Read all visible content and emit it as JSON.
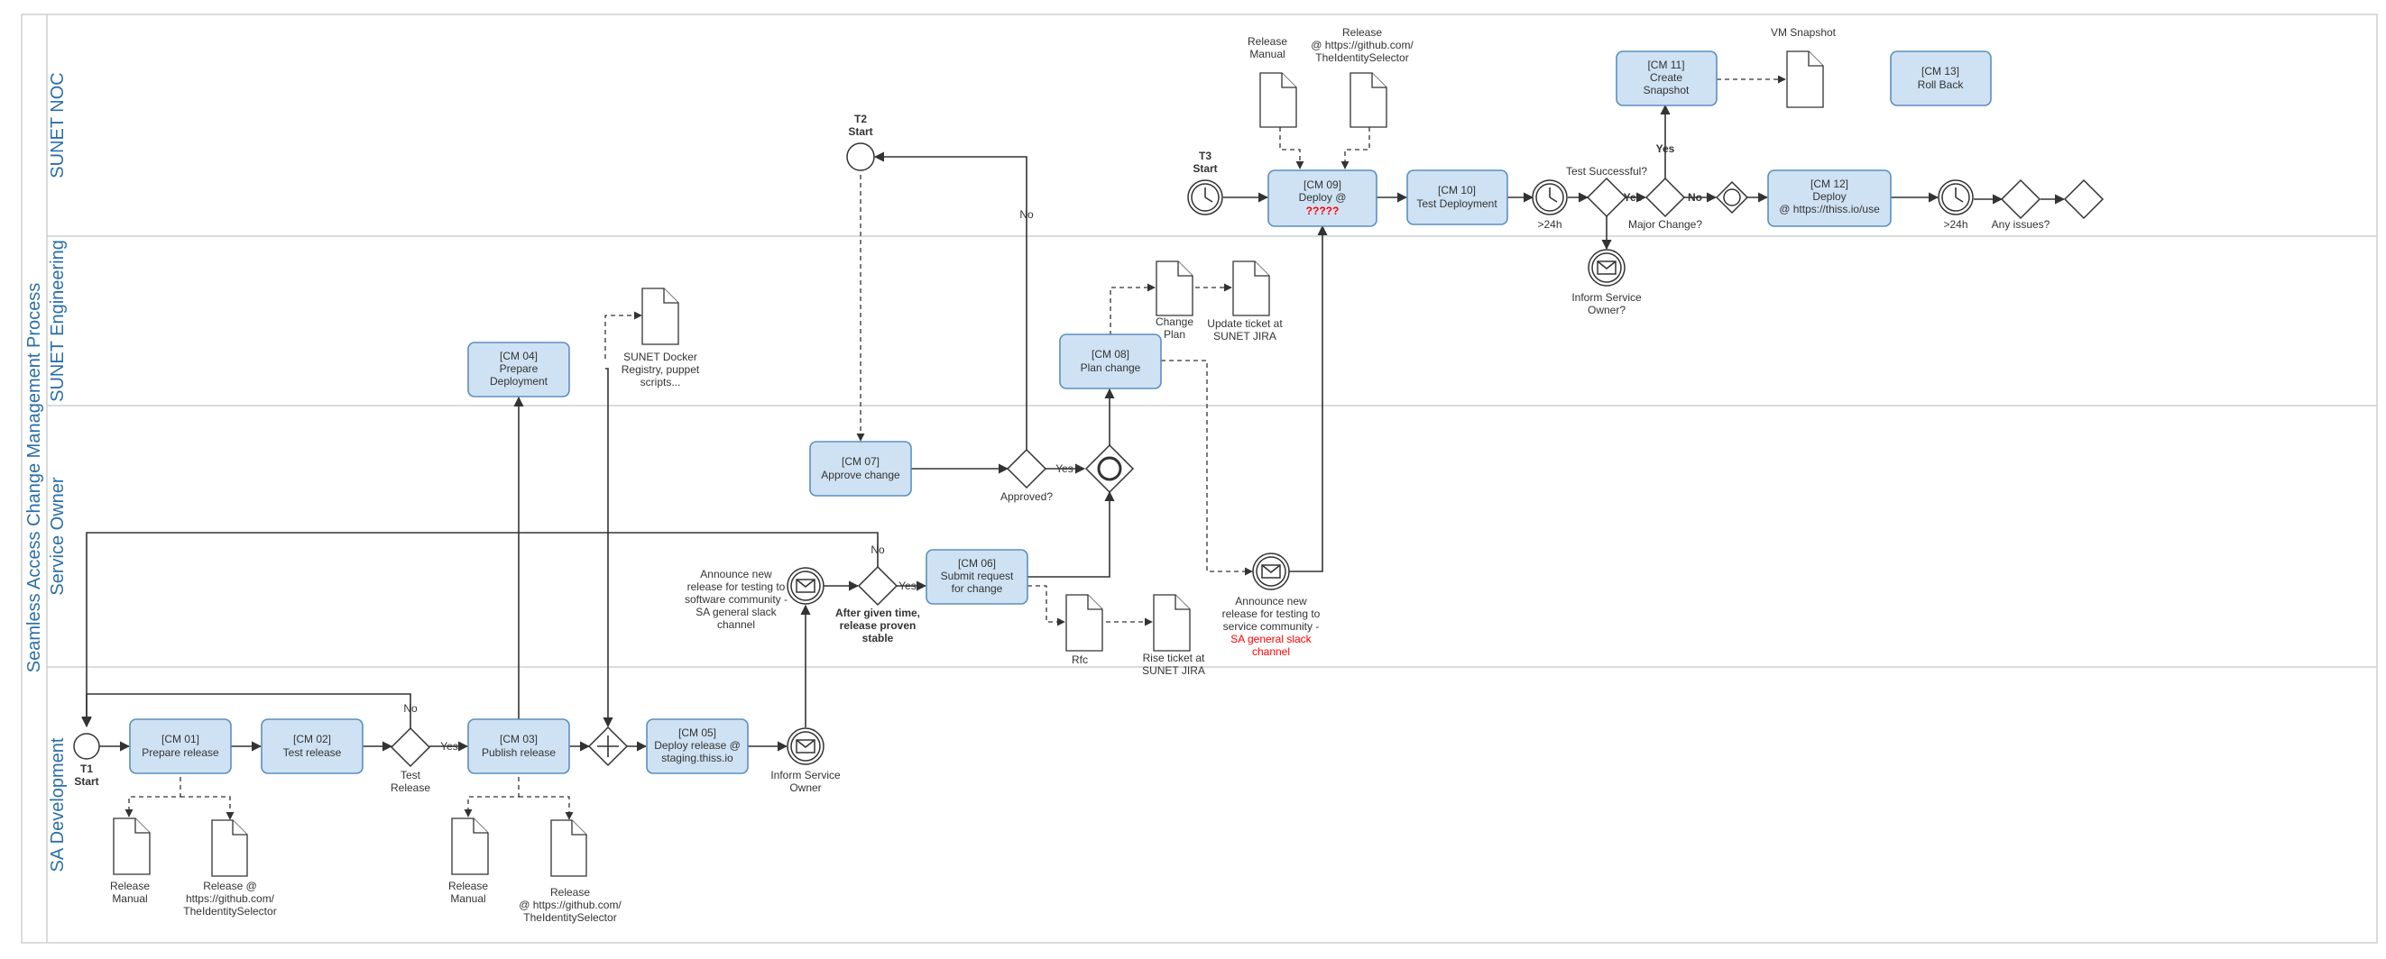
{
  "pool": {
    "title": "Seamless Access Change Management Process"
  },
  "lanes": {
    "noc": "SUNET NOC",
    "eng": "SUNET Engineering",
    "owner": "Service Owner",
    "dev": "SA Development"
  },
  "tasks": {
    "cm01": [
      "[CM 01]",
      "Prepare release"
    ],
    "cm02": [
      "[CM 02]",
      "Test release"
    ],
    "cm03": [
      "[CM 03]",
      "Publish release"
    ],
    "cm04": [
      "[CM 04]",
      "Prepare",
      "Deployment"
    ],
    "cm05": [
      "[CM 05]",
      "Deploy release @",
      "staging.thiss.io"
    ],
    "cm06": [
      "[CM 06]",
      "Submit request",
      "for change"
    ],
    "cm07": [
      "[CM 07]",
      "Approve change"
    ],
    "cm08": [
      "[CM 08]",
      "Plan change"
    ],
    "cm09": [
      "[CM 09]",
      "Deploy @",
      "?????"
    ],
    "cm10": [
      "[CM 10]",
      "Test Deployment"
    ],
    "cm11": [
      "[CM 11]",
      "Create",
      "Snapshot"
    ],
    "cm12": [
      "[CM 12]",
      "Deploy",
      "@ https://thiss.io/use"
    ],
    "cm13": [
      "[CM 13]",
      "Roll Back"
    ]
  },
  "events": {
    "t1": [
      "T1",
      "Start"
    ],
    "t2": [
      "T2",
      "Start"
    ],
    "t3": [
      "T3",
      "Start"
    ],
    "inform_owner_dev": [
      "Inform Service",
      "Owner"
    ],
    "announce_testing": [
      "Announce new",
      "release for testing to",
      "software community -",
      "SA general slack",
      "channel"
    ],
    "announce_service": [
      "Announce new",
      "release for testing to",
      "service community -"
    ],
    "announce_service_red": [
      "SA general slack",
      "channel"
    ],
    "inform_owner_noc": [
      "Inform Service",
      "Owner?"
    ],
    "timer1": ">24h",
    "timer2": ">24h"
  },
  "gateways": {
    "test_release": [
      "Test",
      "Release"
    ],
    "after_time": [
      "After given time,",
      "release proven",
      "stable"
    ],
    "approved": "Approved?",
    "test_successful": "Test Successful?",
    "major_change": "Major Change?",
    "any_issues": "Any issues?"
  },
  "flow_labels": {
    "no": "No",
    "yes": "Yes"
  },
  "documents": {
    "release_manual_1": [
      "Release",
      "Manual"
    ],
    "release_github_1": [
      "Release @",
      "https://github.com/",
      "TheIdentitySelector"
    ],
    "release_manual_2": [
      "Release",
      "Manual"
    ],
    "release_github_2": [
      "Release",
      "@ https://github.com/",
      "TheIdentitySelector"
    ],
    "docker_registry": [
      "SUNET Docker",
      "Registry, puppet",
      "scripts..."
    ],
    "change_plan": [
      "Change",
      "Plan"
    ],
    "update_ticket": [
      "Update ticket at",
      "SUNET JIRA"
    ],
    "rfc": "Rfc",
    "rise_ticket": [
      "Rise ticket at",
      "SUNET JIRA"
    ],
    "release_manual_3": [
      "Release",
      "Manual"
    ],
    "release_github_3": [
      "Release",
      "@ https://github.com/",
      "TheIdentitySelector"
    ],
    "vm_snapshot": "VM Snapshot"
  }
}
